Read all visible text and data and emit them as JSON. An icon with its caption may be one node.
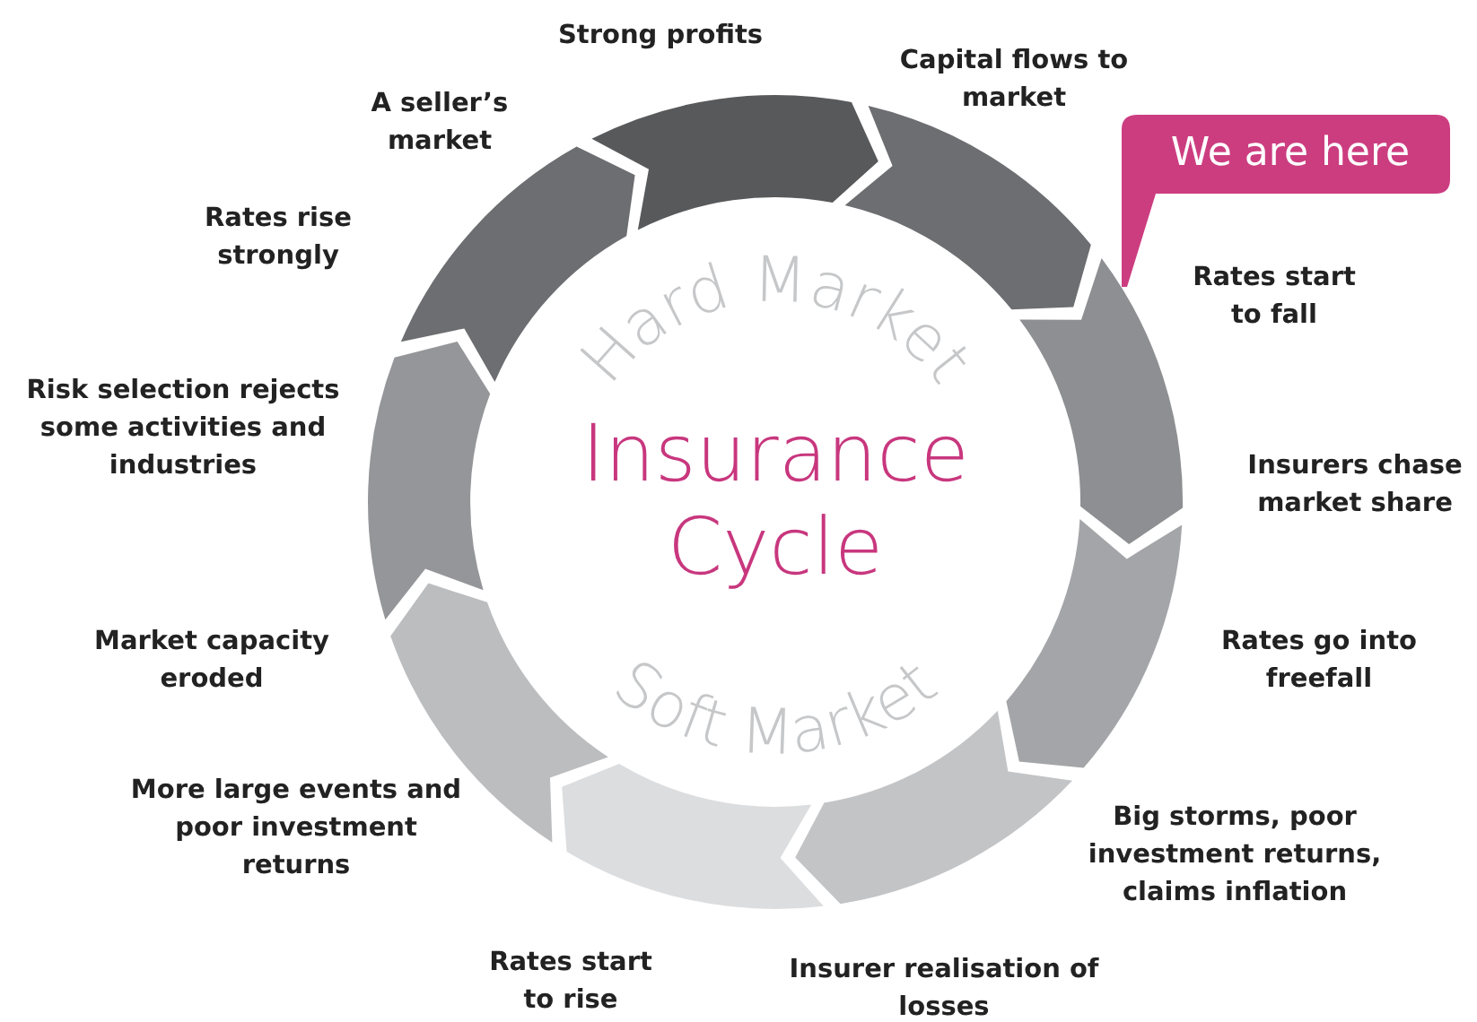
{
  "diagram": {
    "nodes": [
      {
        "text": [],
        "shape": "arrow"
      },
      {
        "text": [],
        "shape": "arrow"
      },
      {
        "text": [],
        "shape": "arrow"
      },
      {
        "text": [],
        "shape": "arrow"
      },
      {
        "text": [],
        "shape": "arrow"
      },
      {
        "text": [],
        "shape": "arrow"
      },
      {
        "text": [],
        "shape": "arrow"
      },
      {
        "text": [],
        "shape": "arrow"
      },
      {
        "text": [],
        "shape": "arrow"
      },
      {
        "text": [
          "We are here"
        ]
      }
    ],
    "labels": [
      "Strong profits",
      "Capital flows to market",
      "Rates start to fall",
      "Insurers chase market share",
      "Rates go into freefall",
      "Big storms, poor investment returns, claims inflation",
      "Insurer realisation of losses",
      "Rates start to rise",
      "More large events and poor investment returns",
      "Market capacity eroded",
      "Risk selection rejects some activities and industries",
      "Rates rise strongly",
      "A seller’s market",
      "Hard Market",
      "Insurance Cycle",
      "Soft Market"
    ]
  }
}
